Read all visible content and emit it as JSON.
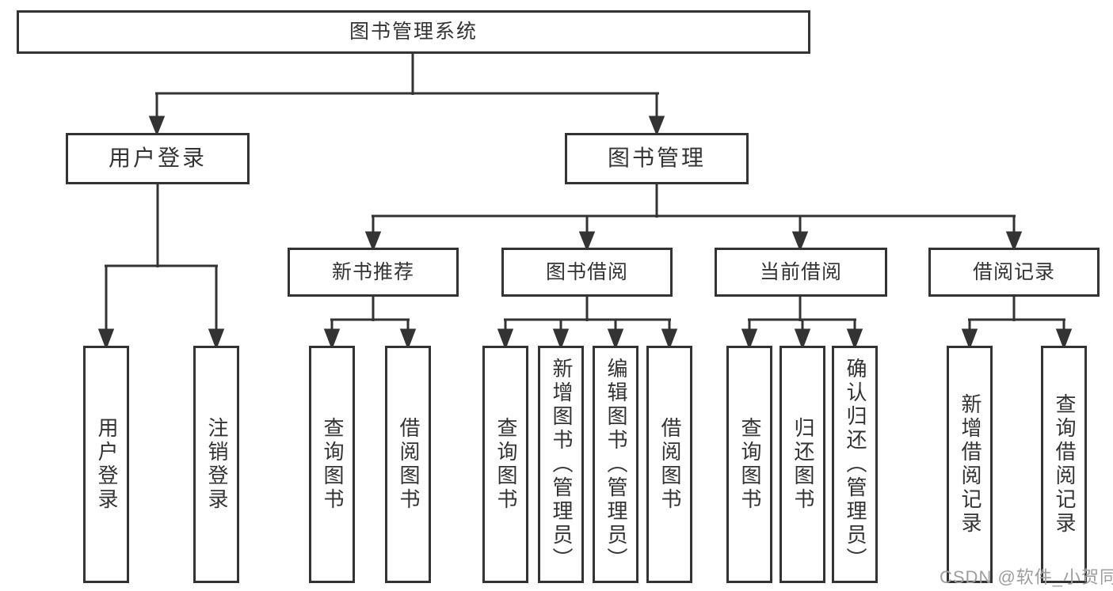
{
  "tree": {
    "root": {
      "label": "图书管理系统",
      "children": [
        {
          "label": "用户登录",
          "children": [
            {
              "label": "用户登录"
            },
            {
              "label": "注销登录"
            }
          ]
        },
        {
          "label": "图书管理",
          "children": [
            {
              "label": "新书推荐",
              "children": [
                {
                  "label": "查询图书"
                },
                {
                  "label": "借阅图书"
                }
              ]
            },
            {
              "label": "图书借阅",
              "children": [
                {
                  "label": "查询图书"
                },
                {
                  "label": "新增图书（管理员）"
                },
                {
                  "label": "编辑图书（管理员）"
                },
                {
                  "label": "借阅图书"
                }
              ]
            },
            {
              "label": "当前借阅",
              "children": [
                {
                  "label": "查询图书"
                },
                {
                  "label": "归还图书"
                },
                {
                  "label": "确认归还（管理员）"
                }
              ]
            },
            {
              "label": "借阅记录",
              "children": [
                {
                  "label": "新增借阅记录"
                },
                {
                  "label": "查询借阅记录"
                }
              ]
            }
          ]
        }
      ]
    }
  },
  "watermark": {
    "text": "CSDN @软件_小贺同学"
  },
  "colors": {
    "line": "#333333",
    "box_border": "#333333",
    "box_background": "#ffffff",
    "text": "#333333",
    "watermark": "#9e9e9e",
    "page_background": "#ffffff"
  }
}
